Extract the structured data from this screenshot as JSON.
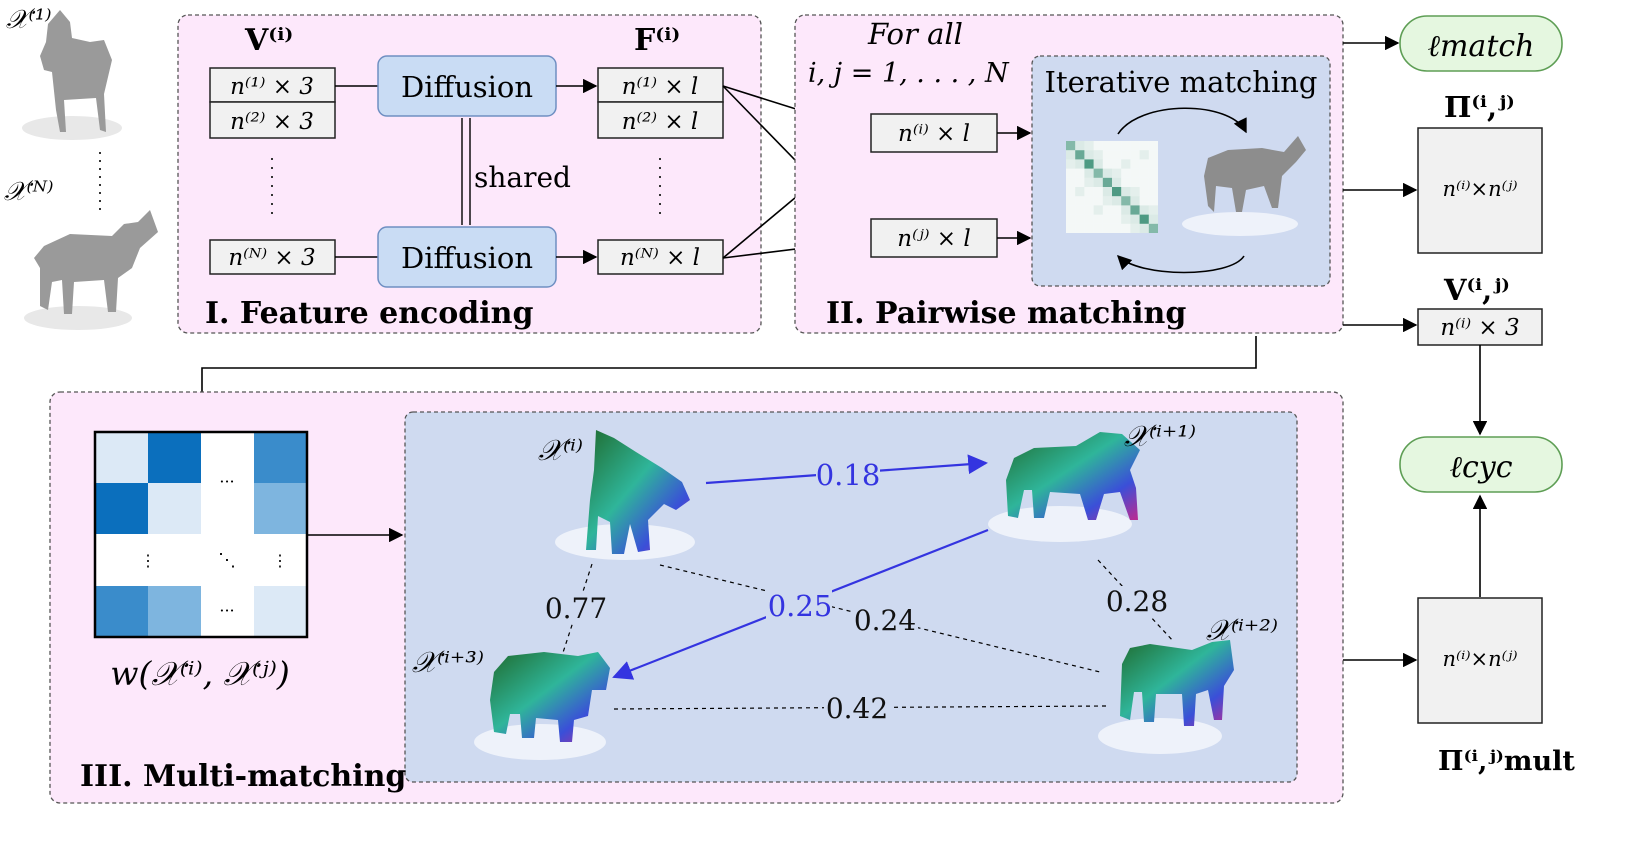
{
  "colors": {
    "stage_bg": "#fde8fb",
    "inner_bg": "#cfdaf0",
    "diffusion_fill": "#c9dcf4",
    "loss_fill": "#e5f7e0",
    "loss_stroke": "#5e9e55",
    "blue_arrow": "#3434e0"
  },
  "input": {
    "x1": "𝒳⁽¹⁾",
    "xN": "𝒳⁽ᴺ⁾"
  },
  "stage1": {
    "title": "I. Feature encoding",
    "v_label": "V⁽ⁱ⁾",
    "f_label": "F⁽ⁱ⁾",
    "v_cells": [
      "n⁽¹⁾ × 3",
      "n⁽²⁾ × 3",
      "n⁽ᴺ⁾ × 3"
    ],
    "f_cells": [
      "n⁽¹⁾ × l",
      "n⁽²⁾ × l",
      "n⁽ᴺ⁾ × l"
    ],
    "diffusion": "Diffusion",
    "shared": "shared"
  },
  "stage2": {
    "title": "II. Pairwise matching",
    "for_all_1": "For all",
    "for_all_2": "i, j = 1, . . . , N",
    "feat_i": "n⁽ⁱ⁾ × l",
    "feat_j": "n⁽ʲ⁾ × l",
    "iterative": "Iterative matching"
  },
  "outputs": {
    "l_match": "ℓmatch",
    "pi_label": "Π⁽ⁱ,ʲ⁾",
    "pi_cell": "n⁽ⁱ⁾×n⁽ʲ⁾",
    "v_label": "V⁽ⁱ,ʲ⁾",
    "v_cell": "n⁽ⁱ⁾ × 3",
    "l_cyc": "ℓcyc",
    "pi_mult_cell": "n⁽ⁱ⁾×n⁽ʲ⁾",
    "pi_mult_label": "Π⁽ⁱ,ʲ⁾mult"
  },
  "stage3": {
    "title": "III. Multi-matching",
    "w_label": "w(𝒳⁽ⁱ⁾, 𝒳⁽ʲ⁾)",
    "dots_h": "···",
    "dots_v": "⋮",
    "dots_d": "⋱",
    "shapes": [
      "𝒳⁽ⁱ⁾",
      "𝒳⁽ⁱ⁺¹⁾",
      "𝒳⁽ⁱ⁺²⁾",
      "𝒳⁽ⁱ⁺³⁾"
    ],
    "edges": [
      "0.18",
      "0.25",
      "0.77",
      "0.24",
      "0.28",
      "0.42"
    ]
  }
}
